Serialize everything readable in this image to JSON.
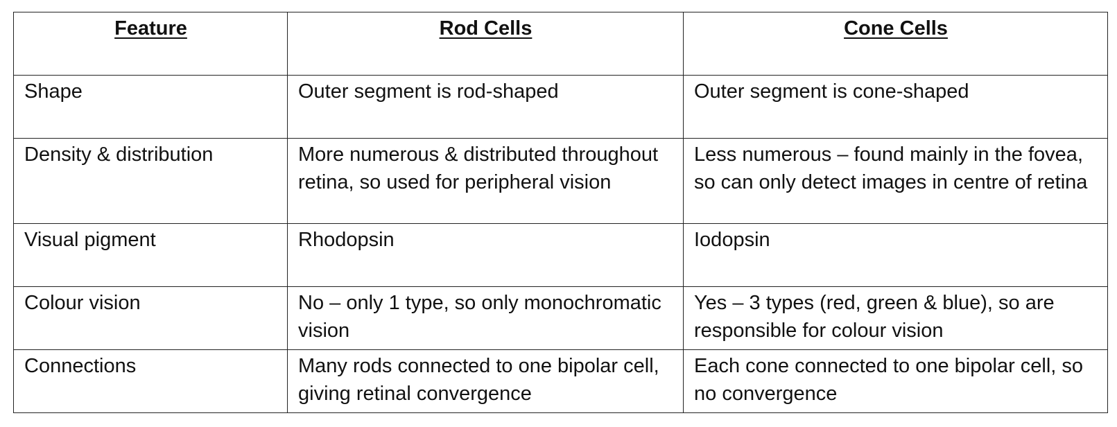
{
  "table": {
    "headers": [
      "Feature",
      "Rod Cells",
      "Cone Cells"
    ],
    "rows": [
      {
        "feature": "Shape",
        "rod": "Outer segment is rod-shaped",
        "cone": "Outer segment is cone-shaped"
      },
      {
        "feature": "Density & distribution",
        "rod": "More numerous & distributed throughout retina, so used for peripheral vision",
        "cone": "Less numerous – found mainly in the fovea, so can only detect images in centre of retina"
      },
      {
        "feature": "Visual pigment",
        "rod": "Rhodopsin",
        "cone": "Iodopsin"
      },
      {
        "feature": "Colour vision",
        "rod": "No – only 1 type, so only monochromatic vision",
        "cone": "Yes – 3 types (red, green & blue), so are responsible for colour vision"
      },
      {
        "feature": "Connections",
        "rod": "Many rods connected to one bipolar cell, giving retinal convergence",
        "cone": "Each cone connected to one bipolar cell, so no convergence"
      }
    ]
  }
}
